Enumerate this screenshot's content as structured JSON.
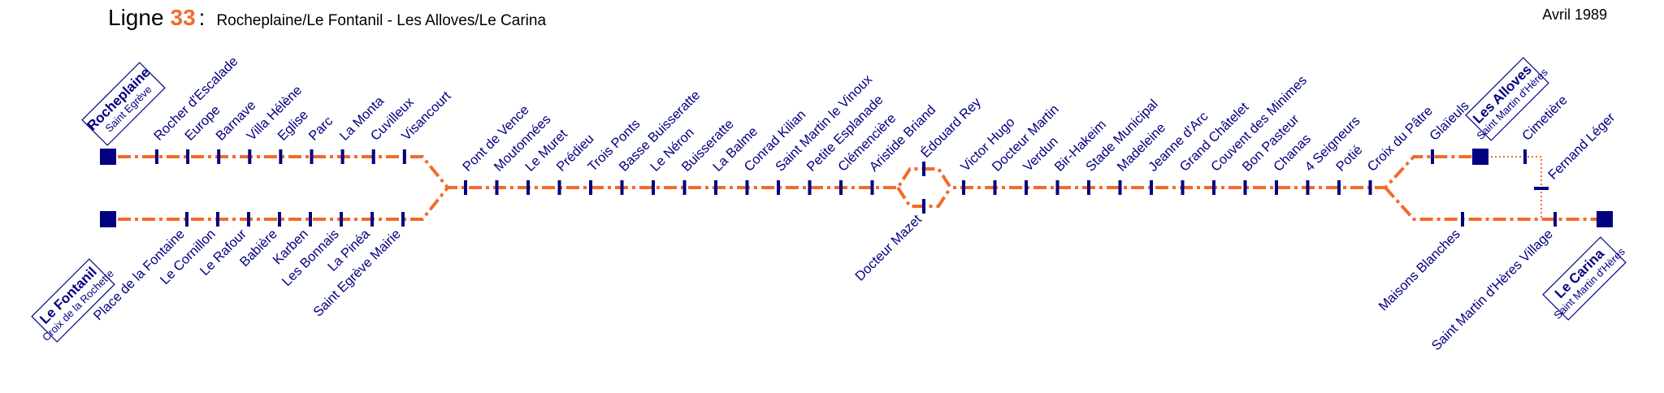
{
  "header": {
    "ligne_label": "Ligne",
    "line_number": "33",
    "colon": ":",
    "route": "Rocheplaine/Le Fontanil - Les Alloves/Le Carina",
    "date": "Avril 1989"
  },
  "colors": {
    "line_orange": "#f26b2a",
    "stop_navy": "#000080"
  },
  "terminals": {
    "rocheplaine": {
      "name": "Rocheplaine",
      "sub": "Saint Egrève"
    },
    "fontanil": {
      "name": "Le Fontanil",
      "sub": "Croix de la Rochette"
    },
    "alloves": {
      "name": "Les Alloves",
      "sub": "Saint Martin d'Hères"
    },
    "carina": {
      "name": "Le Carina",
      "sub": "Saint Martin d'Hères"
    }
  },
  "branch_north_west": [
    "Rocher d'Escalade",
    "Europe",
    "Barnave",
    "Villa Hélène",
    "Eglise",
    "Parc",
    "La Monta",
    "Cuvilleux",
    "Visancourt"
  ],
  "branch_south_west": [
    "Place de la Fontaine",
    "Le Cornillon",
    "Le Rafour",
    "Babière",
    "Karben",
    "Les Bonnais",
    "La Pinéa",
    "Saint Egrève Mairie"
  ],
  "trunk_west": [
    "Pont de Vence",
    "Moutonnées",
    "Le Muret",
    "Prédieu",
    "Trois Ponts",
    "Basse Buisseratte",
    "Le Néron",
    "Buisseratte",
    "La Balme",
    "Conrad Kilian",
    "Saint Martin le Vinoux",
    "Petite Esplanade",
    "Clémencière",
    "Aristide Briand"
  ],
  "split_north": "Édouard Rey",
  "split_south": "Docteur Mazet",
  "trunk_east": [
    "Victor Hugo",
    "Docteur Martin",
    "Verdun",
    "Bir-Hakeim",
    "Stade Municipal",
    "Madeleine",
    "Jeanne d'Arc",
    "Grand Châtelet",
    "Couvent des Minimes",
    "Bon Pasteur",
    "Chanas",
    "4 Seigneurs",
    "Potié",
    "Croix du Pâtre"
  ],
  "branch_north_east": [
    "Glaïeuls",
    "Cimetière"
  ],
  "branch_south_east": [
    "Maisons Blanches",
    "Saint Martin d'Hères Village"
  ],
  "connector_stop": "Fernand Léger"
}
